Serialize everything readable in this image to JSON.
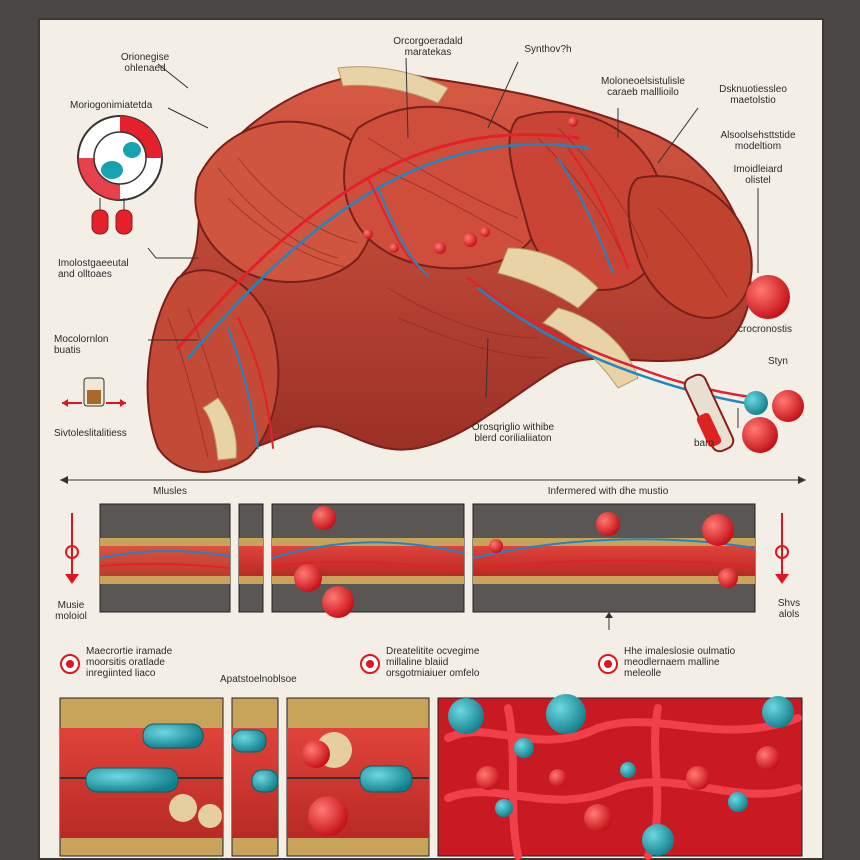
{
  "labels": {
    "top_left_title": "Orionegise\nohlenaed",
    "morphology_label": "Moriogonimiatetda",
    "immunological_label": "Imolostgaeeutal\nand olltoaes",
    "muscle_bundle_label": "Mocolornlon\nbuatis",
    "side_note_left": "Sivtoleslitalitiess",
    "top_center_label": "Orcorgoeradald\nmaratekas",
    "synthesis_label": "Synthov?h",
    "top_right_label_a": "Moloneoelsistulisle\ncaraeb malllioilo",
    "top_right_label_b": "Dsknuotiessleo\nmaetolstio",
    "right_label_a": "Alsoolsehsttstide\nmodeltiom",
    "right_label_b": "Imoidleiard\nolistel",
    "right_component_label": "crocronostis",
    "syringe_label": "Styn",
    "bottom_anatomy_label": "Orosqriglio withibe\nblerd corilialiiaton",
    "tube_label": "baro",
    "section_left_title": "Mlusles",
    "section_right_title": "Infermered with dhe mustio",
    "muscle_marker_label": "Musie\nmoloiol",
    "right_marker_label": "Shvs\nalols",
    "note_a": "Maecrortie iramade\nmoorsitis oratlade\ninregiinted liaco",
    "note_b": "Apatstoelnoblsoe",
    "note_c": "Dreatelitite ocvegime\nmillaline blaiid\norsgotmiaiuer omfelo",
    "note_d": "Hhe imaleslosie oulmatio\nmeodlernaem malline\nmeleolle"
  },
  "colors": {
    "paper": "#f4efe6",
    "muscle": "#c94a3a",
    "muscle_dark": "#8e2a22",
    "tendon": "#e8d3a6",
    "artery": "#e3202b",
    "vein": "#1f86c4",
    "cell_teal": "#16a3b0",
    "panel_bg": "#5a5654",
    "arrow_red": "#e0151f"
  }
}
